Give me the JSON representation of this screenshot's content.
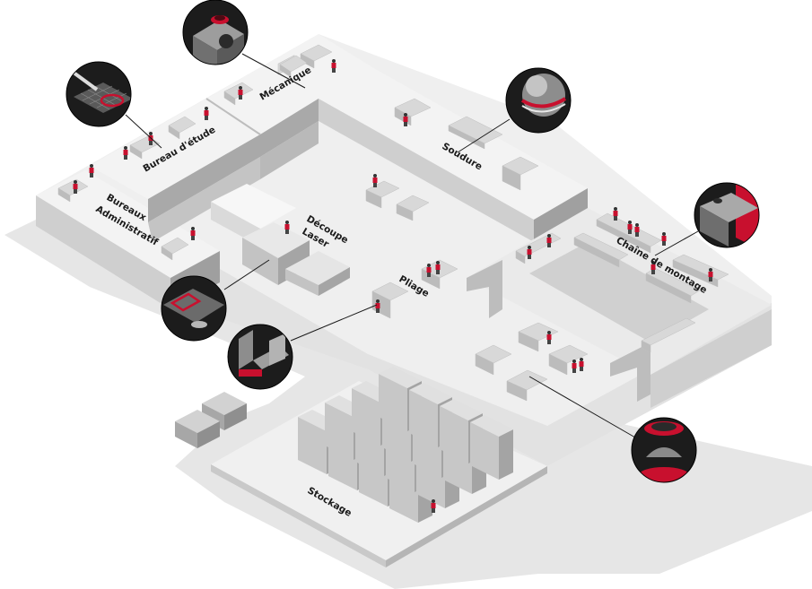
{
  "zones": {
    "mecanique": "Mécanique",
    "bureau_etude": "Bureau d'étude",
    "bureaux_admin_line1": "Bureaux",
    "bureaux_admin_line2": "Administratif",
    "decoupe_line1": "Découpe",
    "decoupe_line2": "Laser",
    "soudure": "Soudure",
    "pliage": "Pliage",
    "chaine_montage": "Chaîne de montage",
    "stockage": "Stockage"
  },
  "colors": {
    "accent": "#c8102e",
    "callout_bg": "#1c1c1c",
    "floor": "#ededed",
    "wall_light": "#d4d4d4",
    "wall_dark": "#a8a8a8",
    "shadow": "#e4e4e4"
  },
  "callout_icons": [
    "drill-hole-icon",
    "laser-grid-icon",
    "weld-sphere-icon",
    "cube-hole-icon",
    "bent-plate-icon",
    "sheet-cut-icon",
    "lens-part-icon"
  ]
}
